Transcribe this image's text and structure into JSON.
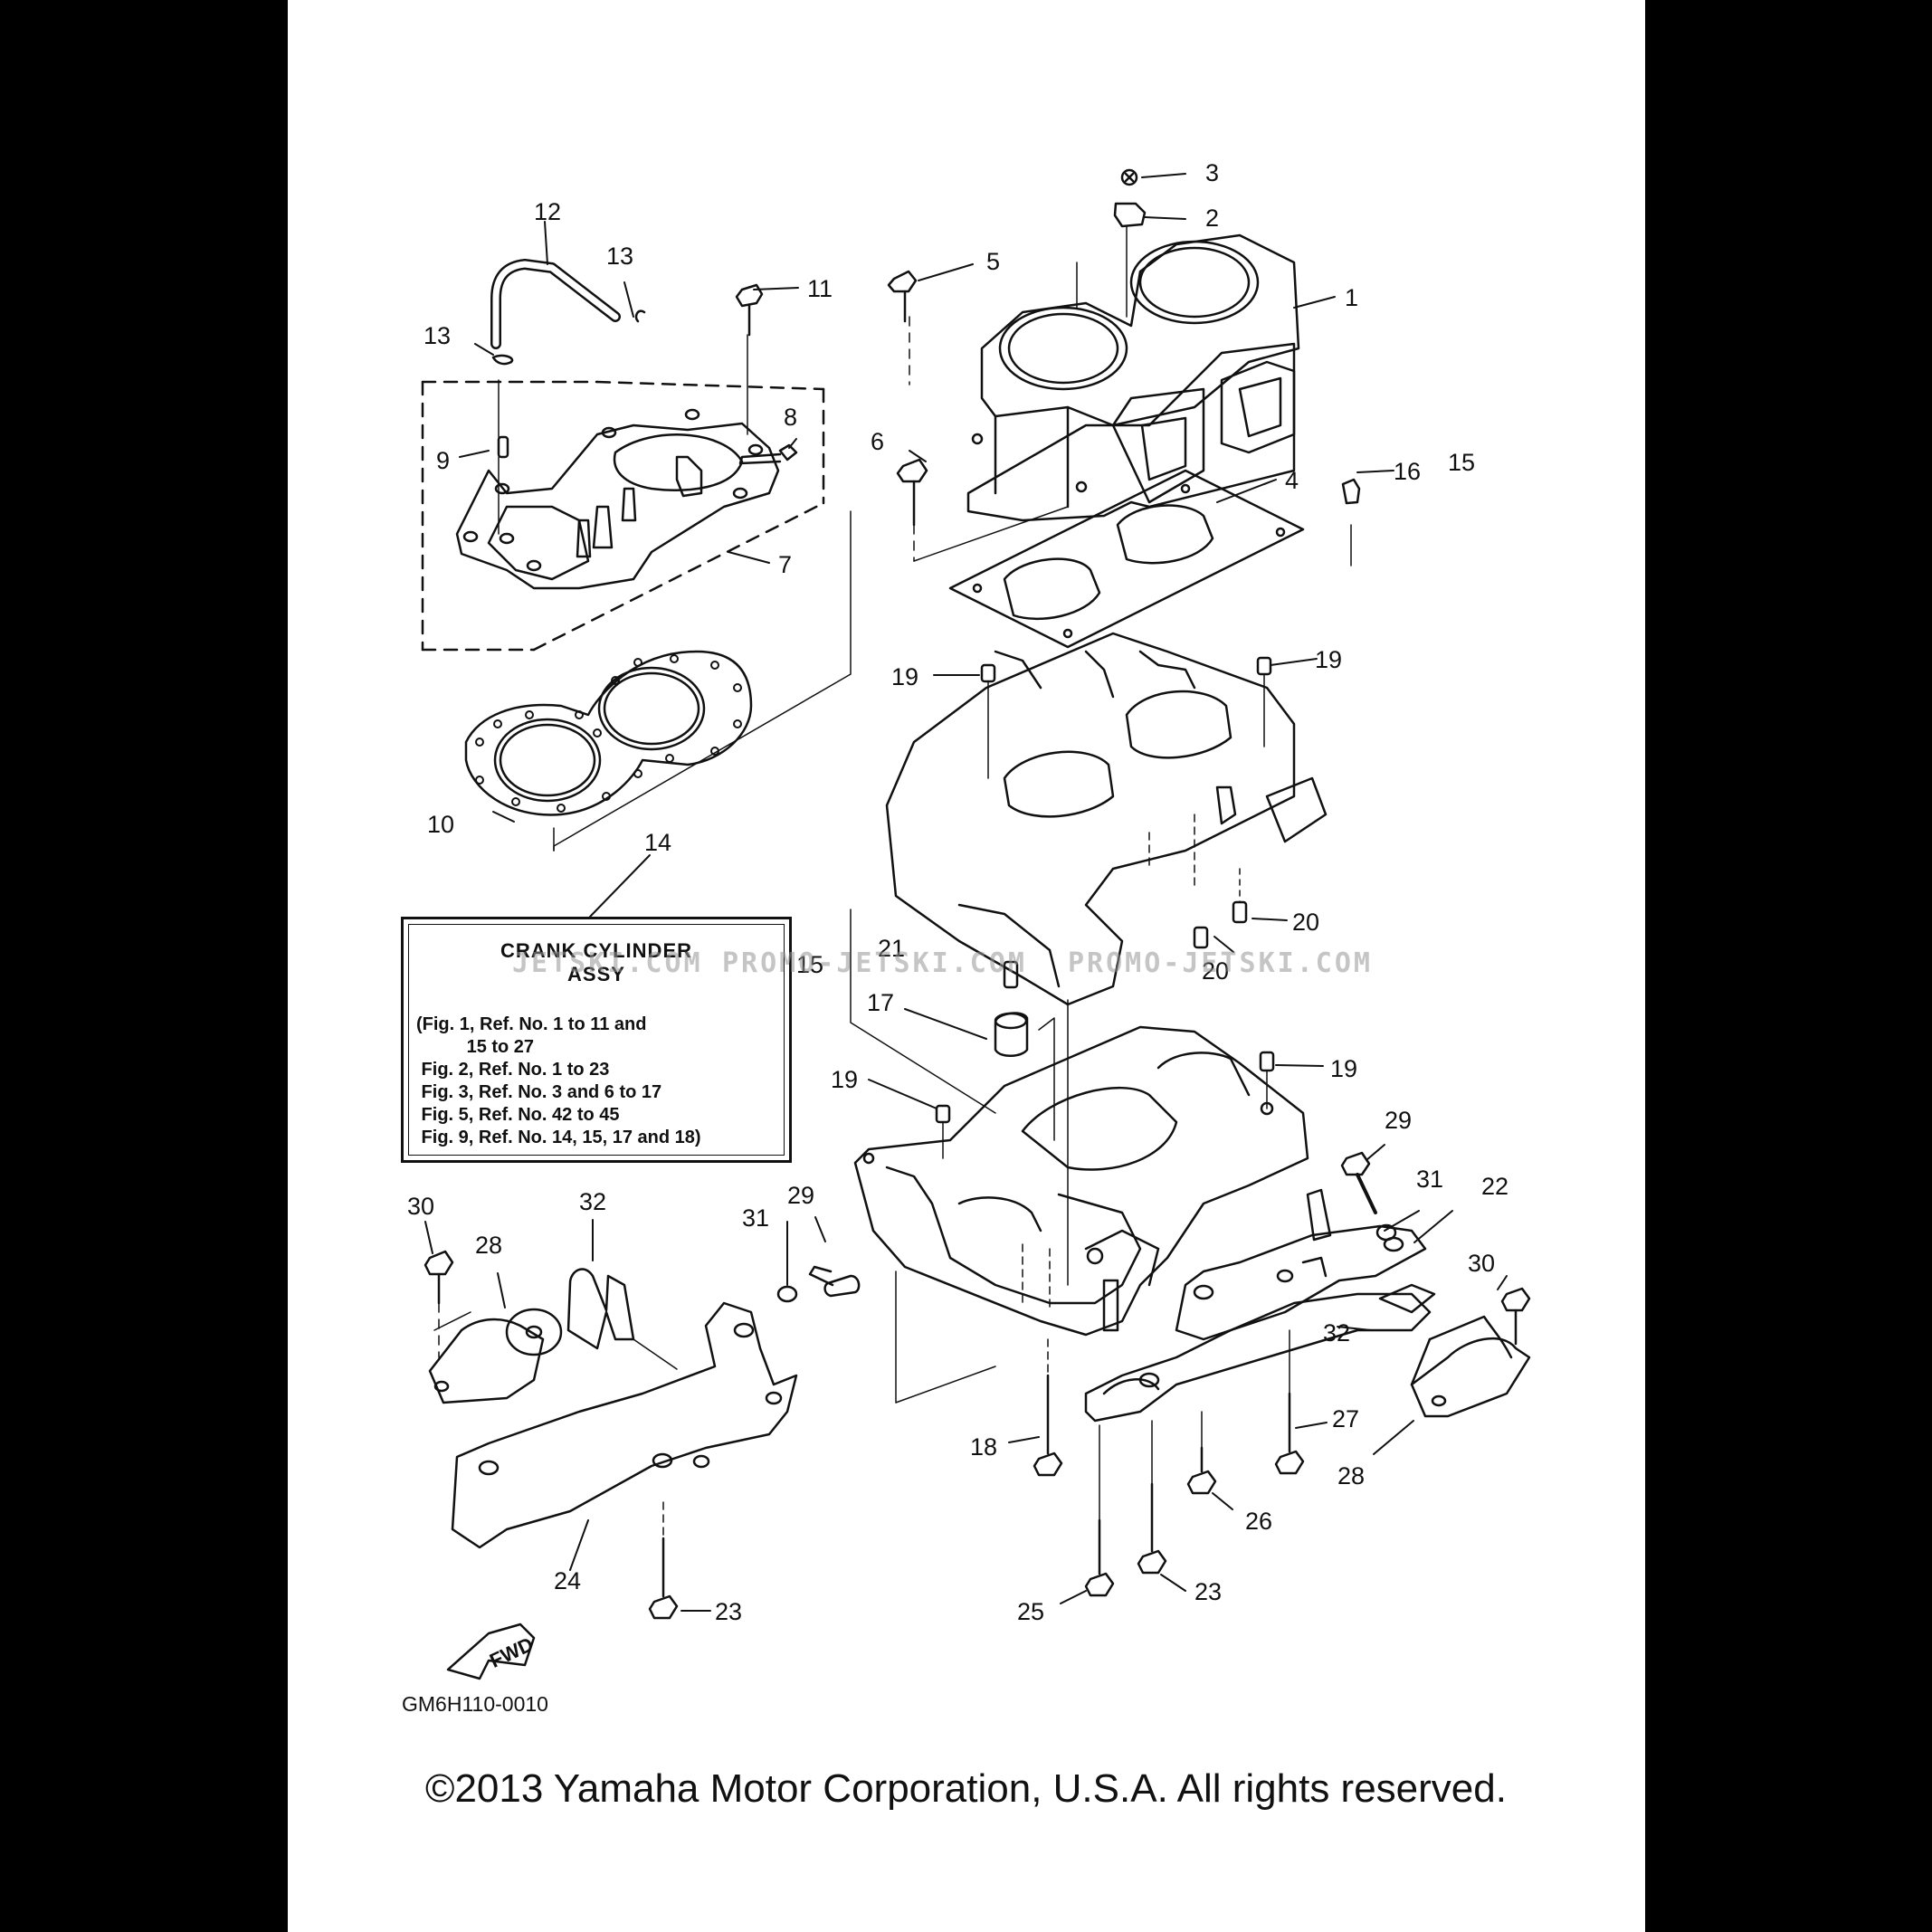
{
  "diagram": {
    "code": "GM6H110-0010",
    "copyright": "©2013 Yamaha Motor Corporation, U.S.A. All rights reserved.",
    "fwd_label": "FWD",
    "watermarks": [
      "JETSKI.COM",
      "PROMO-JETSKI.COM",
      "PROMO-JETSKI.COM"
    ],
    "note_box": {
      "title_line1": "CRANK CYLINDER",
      "title_line2": "ASSY",
      "lines": [
        "(Fig. 1, Ref. No. 1 to 11 and",
        "          15 to 27",
        " Fig. 2, Ref. No. 1 to 23",
        " Fig. 3, Ref. No. 3 and 6 to 17",
        " Fig. 5, Ref. No. 42 to 45",
        " Fig. 9, Ref. No. 14, 15, 17 and 18)"
      ]
    },
    "callouts": [
      "1",
      "2",
      "3",
      "4",
      "5",
      "6",
      "7",
      "8",
      "9",
      "10",
      "11",
      "12",
      "13",
      "13",
      "14",
      "15",
      "15",
      "16",
      "17",
      "18",
      "19",
      "19",
      "19",
      "19",
      "20",
      "20",
      "21",
      "22",
      "23",
      "23",
      "23",
      "24",
      "25",
      "26",
      "27",
      "28",
      "28",
      "29",
      "29",
      "30",
      "30",
      "31",
      "31",
      "32",
      "32"
    ]
  }
}
